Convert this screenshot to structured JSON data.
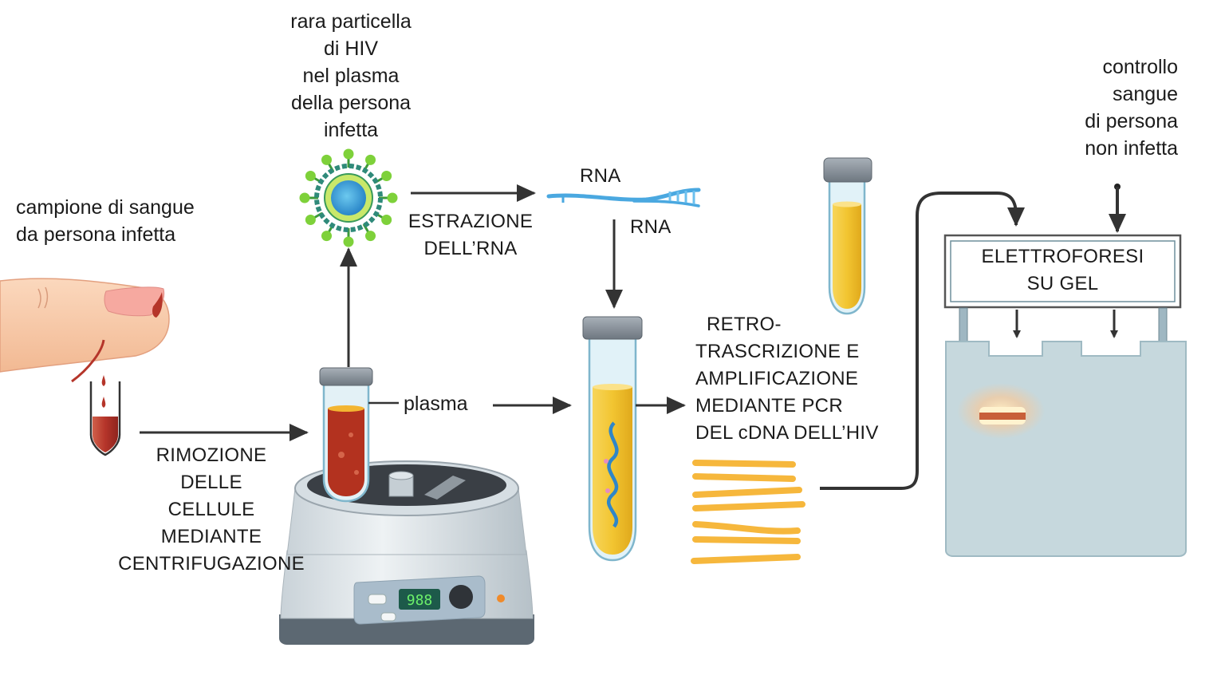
{
  "diagram": {
    "title": "Rilevamento dell'HIV mediante RT-PCR",
    "labels": {
      "blood_sample": "campione di sangue\nda persona infetta",
      "hiv_particle": "rara particella\ndi HIV\nnel plasma\ndella persona\ninfetta",
      "rna_extraction": "ESTRAZIONE\nDELL’RNA",
      "rna_strand": "RNA",
      "rna_arrow": "RNA",
      "plasma": "plasma",
      "cell_removal": "RIMOZIONE\nDELLE\nCELLULE\nMEDIANTE\nCENTRIFUGAZIONE",
      "rt_pcr": "RETRO-\nTRASCRIZIONE E\nAMPLIFICAZIONE\nMEDIANTE PCR\nDEL cDNA DELL’HIV",
      "control": "controllo\nsangue\ndi persona\nnon infetta",
      "electrophoresis": "ELETTROFORESI\nSU GEL"
    },
    "centrifuge_display": "988",
    "colors": {
      "arrow": "#333333",
      "blood": "#b5352a",
      "plasma_yellow": "#f2c531",
      "virus_green": "#7ed13a",
      "virus_core": "#3fa6df",
      "rna_blue": "#4aa8e0",
      "pcr_orange": "#f6b73c",
      "gel": "#c6d8dd",
      "band": "#c8603a"
    },
    "gel_result": {
      "lanes": [
        "campione persona infetta",
        "controllo persona non infetta"
      ],
      "bands_present": [
        true,
        false
      ]
    }
  }
}
